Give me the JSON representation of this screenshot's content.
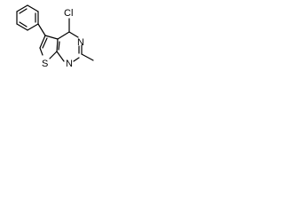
{
  "structure": {
    "atoms": {
      "chlorine": "Cl",
      "nitrogen_top": "N",
      "nitrogen_bottom": "N",
      "sulfur": "S"
    }
  }
}
